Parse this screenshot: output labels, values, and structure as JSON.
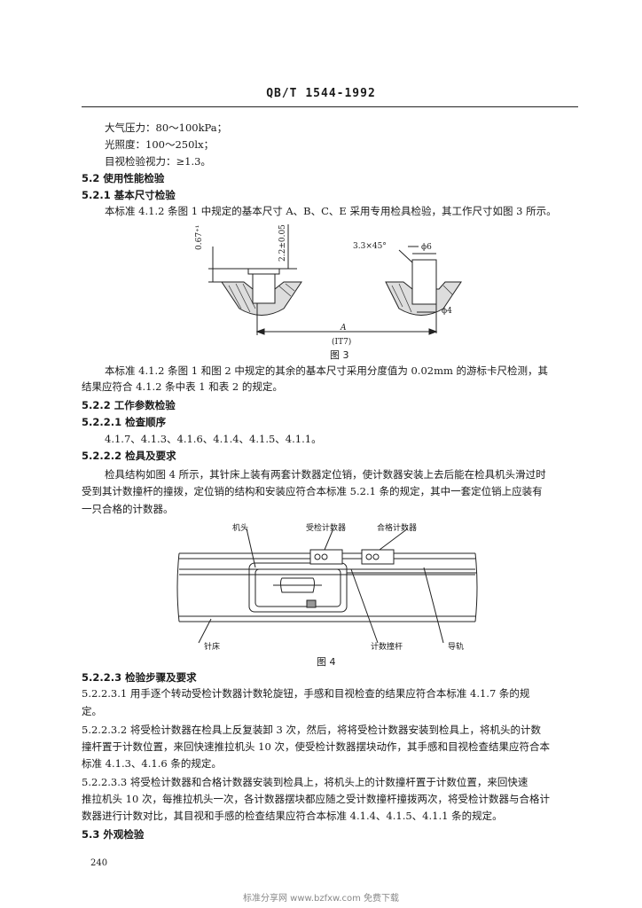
{
  "header": {
    "title": "QB/T 1544-1992"
  },
  "lines": {
    "l1": "大气压力：80～100kPa；",
    "l2": "光照度：100～250lx；",
    "l3": "目视检验视力：≥1.3。",
    "s52": "5.2  使用性能检验",
    "s521": "5.2.1  基本尺寸检验",
    "p1": "本标准 4.1.2 条图 1 中规定的基本尺寸 A、B、C、E 采用专用检具检验，其工作尺寸如图 3 所示。",
    "p2a": "本标准 4.1.2 条图 1 和图 2 中规定的其余的基本尺寸采用分度值为 0.02mm 的游标卡尺检测，其",
    "p2b": "结果应符合 4.1.2 条中表 1 和表 2 的规定。",
    "s522": "5.2.2  工作参数检验",
    "s5221": "5.2.2.1  检查顺序",
    "seq": "4.1.7、4.1.3、4.1.6、4.1.4、4.1.5、4.1.1。",
    "s5222": "5.2.2.2  检具及要求",
    "p3a": "检具结构如图 4 所示，其针床上装有两套计数器定位销，使计数器安装上去后能在检具机头滑过时",
    "p3b": "受到其计数撞杆的撞拨，定位销的结构和安装应符合本标准 5.2.1 条的规定，其中一套定位销上应装有",
    "p3c": "一只合格的计数器。",
    "s5223": "5.2.2.3  检验步骤及要求",
    "p4a": "5.2.2.3.1  用手逐个转动受检计数器计数轮旋钮，手感和目视检查的结果应符合本标准 4.1.7 条的规",
    "p4b": "定。",
    "p5a": "5.2.2.3.2  将受检计数器在检具上反复装卸 3 次，然后，将将受检计数器安装到检具上，将机头的计数",
    "p5b": "撞杆置于计数位置，来回快速推拉机头 10 次，使受检计数器摆块动作，其手感和目视检查结果应符合本",
    "p5c": "标准 4.1.3、4.1.6 条的规定。",
    "p6a": "5.2.2.3.3  将受检计数器和合格计数器安装到检具上，将机头上的计数撞杆置于计数位置，来回快速",
    "p6b": "推拉机头 10 次，每推拉机头一次，各计数器摆块都应随之受计数撞杆撞拨两次，将受检计数器与合格计",
    "p6c": "数器进行计数对比，其目视和手感的检查结果应符合本标准 4.1.4、4.1.5、4.1.1 条的规定。",
    "s53": "5.3  外观检验"
  },
  "fig3": {
    "caption": "图 3",
    "dim_left_a": "0.67⁺¹",
    "dim_left_b": "2.2±0.05",
    "chamfer": "3.3×45°",
    "phi6": "ϕ6",
    "phi4": "ϕ4",
    "A": "A",
    "tol": "(IT7)"
  },
  "fig4": {
    "caption": "图 4",
    "label_head": "机头",
    "label_tested": "受检计数器",
    "label_qualified": "合格计数器",
    "label_needlebed": "针床",
    "label_rod": "计数撞杆",
    "label_rail": "导轨"
  },
  "page_number": "240",
  "footer": "标准分享网 www.bzfxw.com 免费下载"
}
